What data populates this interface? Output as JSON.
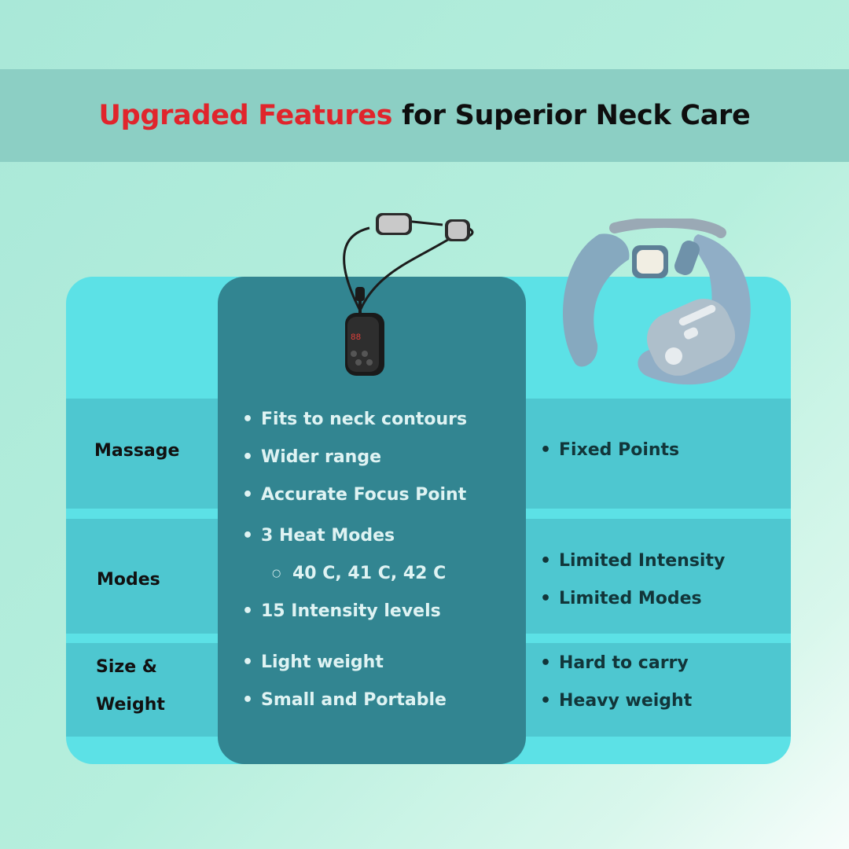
{
  "header": {
    "title_highlight": "Upgraded Features",
    "title_rest": "for Superior Neck Care",
    "highlight_color": "#e0252c"
  },
  "products": {
    "left_icon": "pendant-neck-massager-icon",
    "right_icon": "u-shaped-neck-massager-icon"
  },
  "rows": [
    {
      "label": "Massage",
      "ours": [
        "Fits to neck contours",
        "Wider range",
        "Accurate Focus Point"
      ],
      "theirs": [
        "Fixed Points"
      ]
    },
    {
      "label": "Modes",
      "ours": [
        "3 Heat Modes",
        "15 Intensity levels"
      ],
      "ours_sub": [
        "40 C, 41 C, 42 C"
      ],
      "theirs": [
        "Limited Intensity",
        "Limited Modes"
      ]
    },
    {
      "label_line1": "Size &",
      "label_line2": "Weight",
      "ours": [
        "Light weight",
        "Small and Portable"
      ],
      "theirs": [
        "Hard to carry",
        "Heavy weight"
      ]
    }
  ],
  "colors": {
    "table": "#5ce1e6",
    "band": "#4ec7d0",
    "center_column": "#328591",
    "banner": "#8ccfc4"
  }
}
